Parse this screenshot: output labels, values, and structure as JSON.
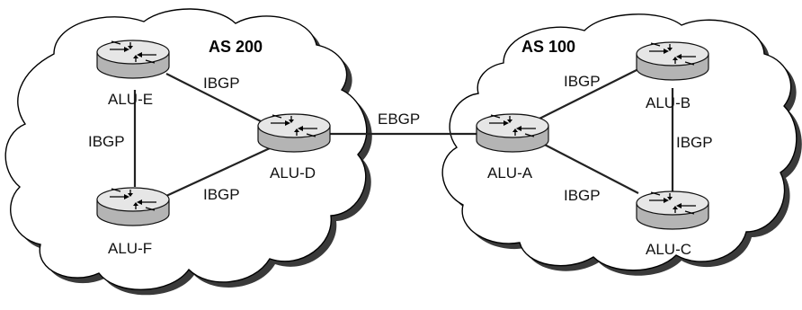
{
  "autonomous_systems": [
    {
      "id": "as200",
      "label": "AS 200"
    },
    {
      "id": "as100",
      "label": "AS 100"
    }
  ],
  "routers": {
    "alu_e": {
      "label": "ALU-E"
    },
    "alu_f": {
      "label": "ALU-F"
    },
    "alu_d": {
      "label": "ALU-D"
    },
    "alu_a": {
      "label": "ALU-A"
    },
    "alu_b": {
      "label": "ALU-B"
    },
    "alu_c": {
      "label": "ALU-C"
    }
  },
  "links": {
    "e_d": {
      "from": "ALU-E",
      "to": "ALU-D",
      "label": "IBGP"
    },
    "e_f": {
      "from": "ALU-E",
      "to": "ALU-F",
      "label": "IBGP"
    },
    "f_d": {
      "from": "ALU-F",
      "to": "ALU-D",
      "label": "IBGP"
    },
    "d_a": {
      "from": "ALU-D",
      "to": "ALU-A",
      "label": "EBGP"
    },
    "a_b": {
      "from": "ALU-A",
      "to": "ALU-B",
      "label": "IBGP"
    },
    "b_c": {
      "from": "ALU-B",
      "to": "ALU-C",
      "label": "IBGP"
    },
    "a_c": {
      "from": "ALU-A",
      "to": "ALU-C",
      "label": "IBGP"
    }
  }
}
